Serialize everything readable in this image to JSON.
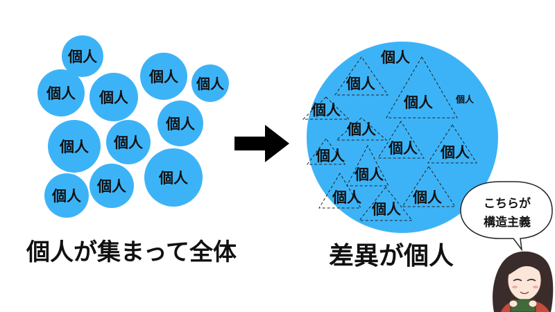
{
  "labels": {
    "individual": "個人",
    "left_caption": "個人が集まって全体",
    "right_caption": "差異が個人",
    "bubble_line1": "こちらが",
    "bubble_line2": "構造主義"
  },
  "colors": {
    "circle_fill": "#3db3f7",
    "text": "#111111",
    "line": "#222222",
    "background": "#ffffff"
  },
  "icons": {
    "arrow": "right-arrow-icon",
    "character": "woman-avatar-icon"
  }
}
